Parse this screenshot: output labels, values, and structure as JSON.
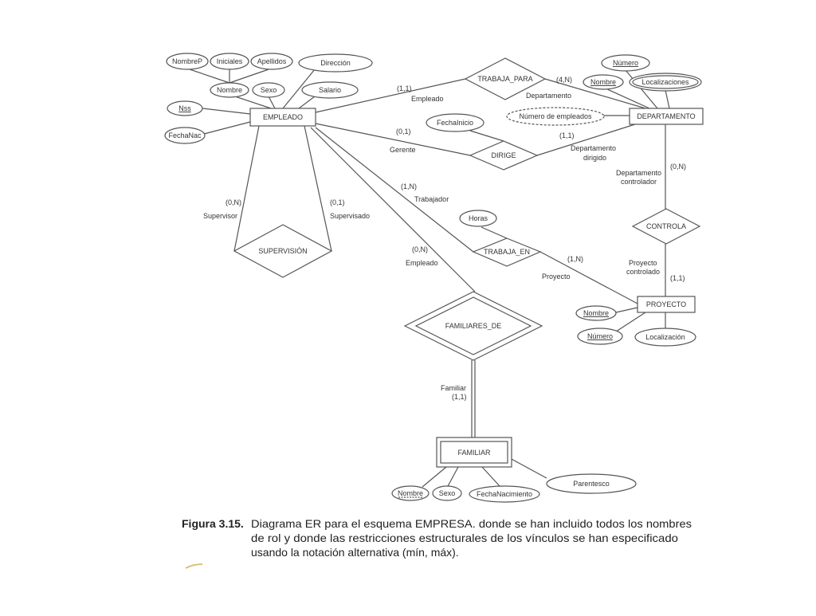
{
  "colors": {
    "background": "#ffffff",
    "ink": "#333333",
    "stroke": "#555555"
  },
  "entities": [
    {
      "id": "empleado",
      "label": "EMPLEADO",
      "weak": false
    },
    {
      "id": "departamento",
      "label": "DEPARTAMENTO",
      "weak": false
    },
    {
      "id": "proyecto",
      "label": "PROYECTO",
      "weak": false
    },
    {
      "id": "familiar",
      "label": "FAMILIAR",
      "weak": true
    }
  ],
  "relationships": [
    {
      "id": "trabaja_para",
      "label": "TRABAJA_PARA",
      "identifying": false
    },
    {
      "id": "dirige",
      "label": "DIRIGE",
      "identifying": false
    },
    {
      "id": "supervision",
      "label": "SUPERVISIÓN",
      "identifying": false
    },
    {
      "id": "trabaja_en",
      "label": "TRABAJA_EN",
      "identifying": false
    },
    {
      "id": "controla",
      "label": "CONTROLA",
      "identifying": false
    },
    {
      "id": "familiares_de",
      "label": "FAMILIARES_DE",
      "identifying": true
    }
  ],
  "attributes": [
    {
      "id": "nombrep",
      "label": "NombreP",
      "owner": "nombre_emp",
      "key": false
    },
    {
      "id": "iniciales",
      "label": "Iniciales",
      "owner": "nombre_emp",
      "key": false
    },
    {
      "id": "apellidos",
      "label": "Apellidos",
      "owner": "nombre_emp",
      "key": false
    },
    {
      "id": "nombre_emp",
      "label": "Nombre",
      "owner": "empleado",
      "key": false
    },
    {
      "id": "sexo_emp",
      "label": "Sexo",
      "owner": "empleado",
      "key": false
    },
    {
      "id": "direccion",
      "label": "Dirección",
      "owner": "empleado",
      "key": false
    },
    {
      "id": "salario",
      "label": "Salario",
      "owner": "empleado",
      "key": false
    },
    {
      "id": "nss",
      "label": "Nss",
      "owner": "empleado",
      "key": true
    },
    {
      "id": "fechanac",
      "label": "FechaNac",
      "owner": "empleado",
      "key": false
    },
    {
      "id": "fechainicio",
      "label": "FechaInicio",
      "owner": "dirige",
      "key": false
    },
    {
      "id": "numero_dep",
      "label": "Número",
      "owner": "departamento",
      "key": true
    },
    {
      "id": "nombre_dep",
      "label": "Nombre",
      "owner": "departamento",
      "key": true
    },
    {
      "id": "localizaciones",
      "label": "Localizaciones",
      "owner": "departamento",
      "key": false,
      "multivalued": true
    },
    {
      "id": "numempleados",
      "label": "Número de empleados",
      "owner": "departamento",
      "key": false,
      "derived": true
    },
    {
      "id": "horas",
      "label": "Horas",
      "owner": "trabaja_en",
      "key": false
    },
    {
      "id": "nombre_pro",
      "label": "Nombre",
      "owner": "proyecto",
      "key": true
    },
    {
      "id": "numero_pro",
      "label": "Número",
      "owner": "proyecto",
      "key": true
    },
    {
      "id": "localizacion",
      "label": "Localización",
      "owner": "proyecto",
      "key": false
    },
    {
      "id": "nombre_fam",
      "label": "Nombre",
      "owner": "familiar",
      "key": true,
      "partial_key": true
    },
    {
      "id": "sexo_fam",
      "label": "Sexo",
      "owner": "familiar",
      "key": false
    },
    {
      "id": "fechanacimiento",
      "label": "FechaNacimiento",
      "owner": "familiar",
      "key": false
    },
    {
      "id": "parentesco",
      "label": "Parentesco",
      "owner": "familiar",
      "key": false
    }
  ],
  "edge_labels": [
    {
      "id": "tp_card_emp",
      "text": "(1,1)"
    },
    {
      "id": "tp_role_emp",
      "text": "Empleado"
    },
    {
      "id": "tp_card_dep",
      "text": "(4,N)"
    },
    {
      "id": "tp_role_dep",
      "text": "Departamento"
    },
    {
      "id": "dir_card_emp",
      "text": "(0,1)"
    },
    {
      "id": "dir_role_emp",
      "text": "Gerente"
    },
    {
      "id": "dir_card_dep",
      "text": "(1,1)"
    },
    {
      "id": "dir_role_dep_1",
      "text": "Departamento"
    },
    {
      "id": "dir_role_dep_2",
      "text": "dirigido"
    },
    {
      "id": "sup_card_1",
      "text": "(0,N)"
    },
    {
      "id": "sup_role_1",
      "text": "Supervisor"
    },
    {
      "id": "sup_card_2",
      "text": "(0,1)"
    },
    {
      "id": "sup_role_2",
      "text": "Supervisado"
    },
    {
      "id": "te_card_emp",
      "text": "(1,N)"
    },
    {
      "id": "te_role_emp",
      "text": "Trabajador"
    },
    {
      "id": "te_card_pro",
      "text": "(1,N)"
    },
    {
      "id": "te_role_pro",
      "text": "Proyecto"
    },
    {
      "id": "fd_card_emp",
      "text": "(0,N)"
    },
    {
      "id": "fd_role_emp",
      "text": "Empleado"
    },
    {
      "id": "ctl_role_dep_1",
      "text": "Departamento"
    },
    {
      "id": "ctl_role_dep_2",
      "text": "controlador"
    },
    {
      "id": "ctl_card_dep",
      "text": "(0,N)"
    },
    {
      "id": "ctl_role_pro_1",
      "text": "Proyecto"
    },
    {
      "id": "ctl_role_pro_2",
      "text": "controlado"
    },
    {
      "id": "ctl_card_pro",
      "text": "(1,1)"
    },
    {
      "id": "fd_role_fam",
      "text": "Familiar"
    },
    {
      "id": "fd_card_fam",
      "text": "(1,1)"
    }
  ],
  "caption": {
    "number": "Figura 3.15.",
    "lines": [
      "Diagrama ER para el esquema EMPRESA. donde se han incluido todos los nombres",
      "de rol y donde las restricciones estructurales de los vínculos se han especificado",
      "usando la notación alternativa (mín, máx)."
    ]
  }
}
